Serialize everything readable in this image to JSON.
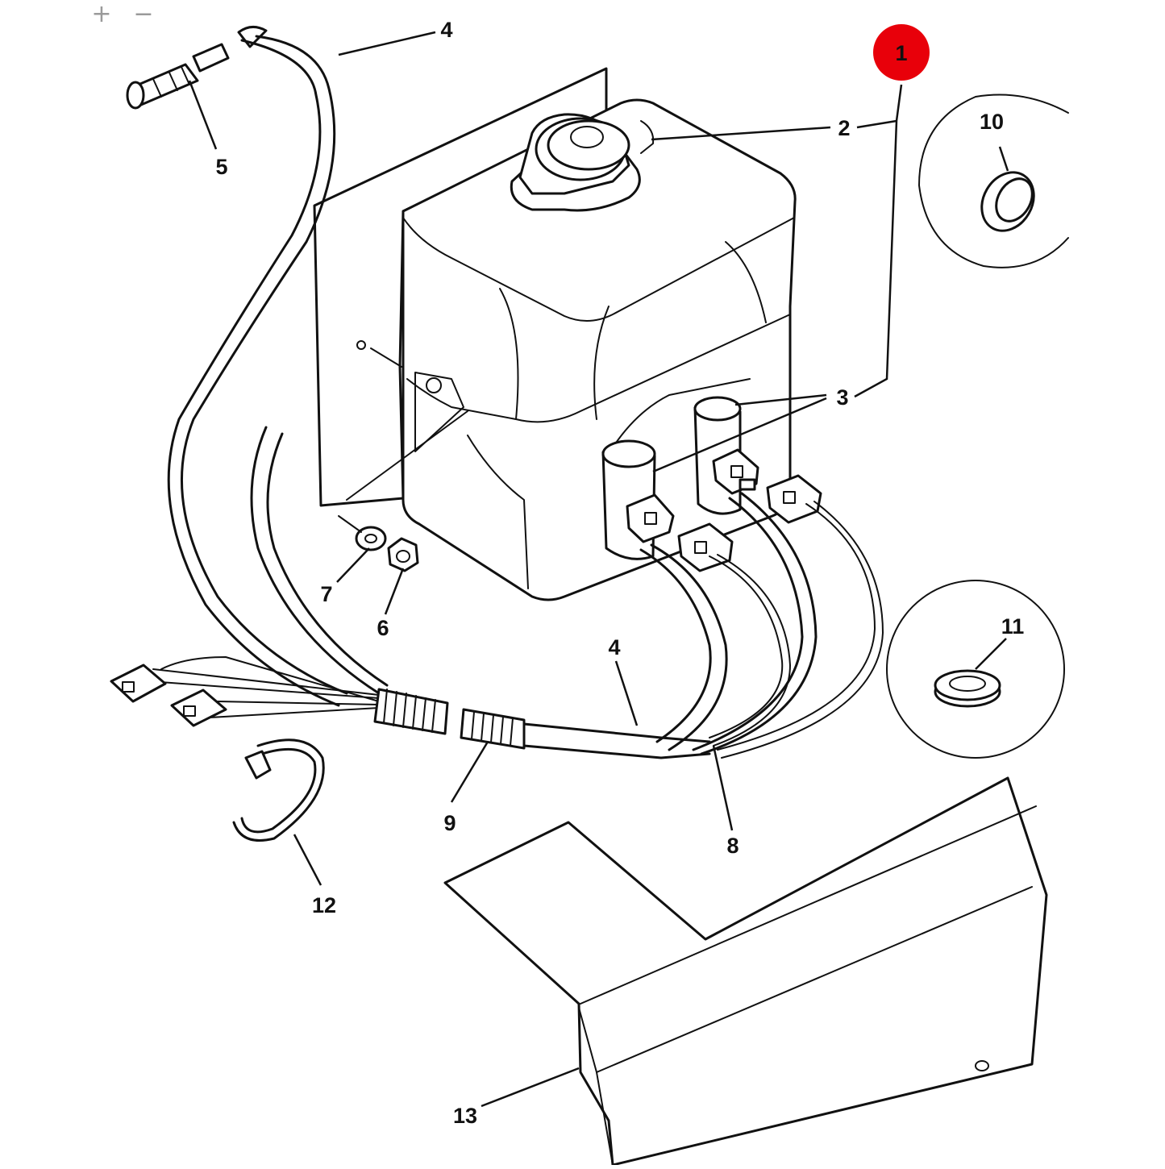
{
  "toolbar": {
    "zoom_in_label": "+",
    "zoom_out_label": "−"
  },
  "diagram": {
    "callouts": [
      {
        "id": "1",
        "label": "1",
        "highlighted": true,
        "color": "#e8000a"
      },
      {
        "id": "2",
        "label": "2"
      },
      {
        "id": "3",
        "label": "3"
      },
      {
        "id": "4a",
        "label": "4"
      },
      {
        "id": "4b",
        "label": "4"
      },
      {
        "id": "5",
        "label": "5"
      },
      {
        "id": "6",
        "label": "6"
      },
      {
        "id": "7",
        "label": "7"
      },
      {
        "id": "8",
        "label": "8"
      },
      {
        "id": "9",
        "label": "9"
      },
      {
        "id": "10",
        "label": "10"
      },
      {
        "id": "11",
        "label": "11"
      },
      {
        "id": "12",
        "label": "12"
      },
      {
        "id": "13",
        "label": "13"
      }
    ]
  }
}
